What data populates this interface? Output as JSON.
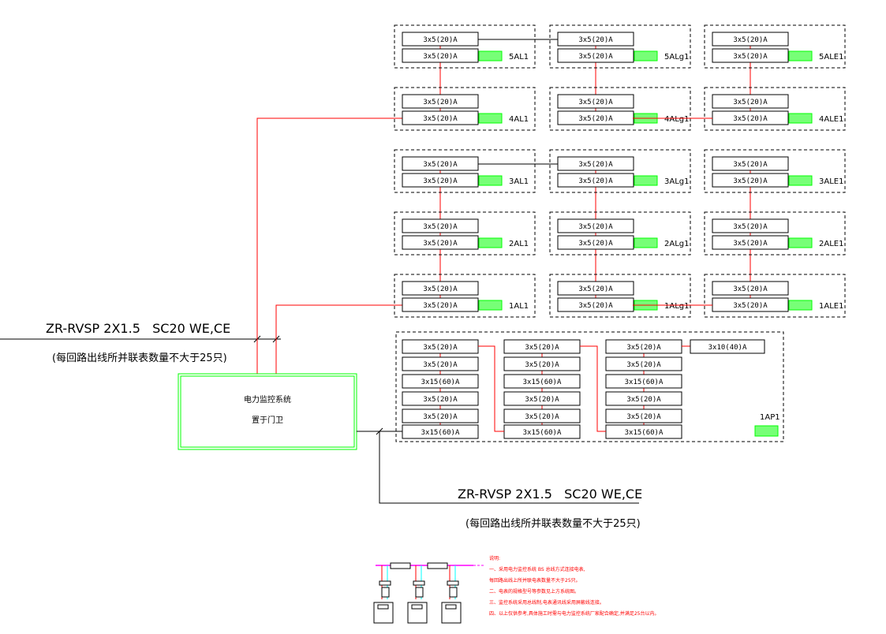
{
  "colors": {
    "wire": "#ff0000",
    "line": "#000000",
    "meter": "#00ff00",
    "monitor_border": "#00ff00",
    "cyan": "#00ffff",
    "magenta": "#ff00ff"
  },
  "floor_panels": {
    "columns": [
      {
        "labels": [
          "5AL1",
          "4AL1",
          "3AL1",
          "2AL1",
          "1AL1"
        ]
      },
      {
        "labels": [
          "5ALg1",
          "4ALg1",
          "3ALg1",
          "2ALg1",
          "1ALg1"
        ]
      },
      {
        "labels": [
          "5ALE1",
          "4ALE1",
          "3ALE1",
          "2ALE1",
          "1ALE1"
        ]
      }
    ],
    "breaker_rating": "3x5(20)A"
  },
  "main_panel": {
    "label": "1AP1",
    "columns": [
      [
        "3x5(20)A",
        "3x5(20)A",
        "3x15(60)A",
        "3x5(20)A",
        "3x5(20)A",
        "3x15(60)A"
      ],
      [
        "3x5(20)A",
        "3x5(20)A",
        "3x15(60)A",
        "3x5(20)A",
        "3x5(20)A",
        "3x15(60)A"
      ],
      [
        "3x5(20)A",
        "3x5(20)A",
        "3x15(60)A",
        "3x5(20)A",
        "3x5(20)A",
        "3x15(60)A"
      ]
    ],
    "extra_breaker": "3x10(40)A"
  },
  "monitor": {
    "line1": "电力监控系统",
    "line2": "置于门卫"
  },
  "cable_top": {
    "spec": "ZR-RVSP 2X1.5   SC20 WE,CE",
    "note": "(每回路出线所并联表数量不大于25只)"
  },
  "cable_bottom": {
    "spec": "ZR-RVSP 2X1.5   SC20 WE,CE",
    "note": "(每回路出线所并联表数量不大于25只)"
  },
  "notes": {
    "title": "说明:",
    "lines": [
      "一、采用电力监控系统 BS 总线方式连接电表,",
      "每回路出线上所并联电表数量不大于25只。",
      "二、电表的规格型号等参数见上方系统图。",
      "三、监控系统采用总线制,电表通讯线采用屏蔽线连接。",
      "四、以上仅供参考,具体施工时需与电力监控系统厂家配合确定,并满足25台以内。"
    ]
  }
}
